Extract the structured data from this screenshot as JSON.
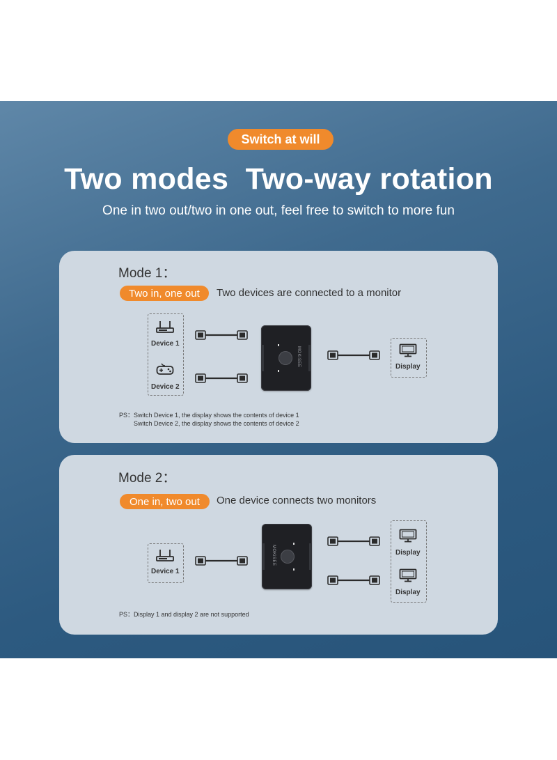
{
  "header": {
    "badge": "Switch at will",
    "title": "Two modes  Two-way rotation",
    "subtitle": "One in two out/two in one out, feel free to switch to more fun"
  },
  "mode1": {
    "heading": "Mode 1：",
    "pill": "Two in, one out",
    "description": "Two devices are connected to a monitor",
    "device1_label": "Device 1",
    "device2_label": "Device 2",
    "display_label": "Display",
    "ps_line1": "PS：Switch Device 1, the display shows the contents of device 1",
    "ps_line2": "Switch Device 2, the display shows the contents of device 2",
    "brand": "MOKiSEE"
  },
  "mode2": {
    "heading": "Mode 2：",
    "pill": "One in, two out",
    "description": "One device connects two monitors",
    "device1_label": "Device 1",
    "display1_label": "Display",
    "display2_label": "Display",
    "ps_line1": "PS：Display 1 and display 2 are not supported",
    "brand": "MOKiSEE"
  },
  "colors": {
    "accent": "#f08a2c",
    "banner": "#3f6a8e",
    "card": "#cfd8e1",
    "switch_body": "#1f2024"
  },
  "icons": [
    "router-icon",
    "gamepad-icon",
    "monitor-icon",
    "hdmi-cable-icon",
    "kvm-switch-icon"
  ]
}
